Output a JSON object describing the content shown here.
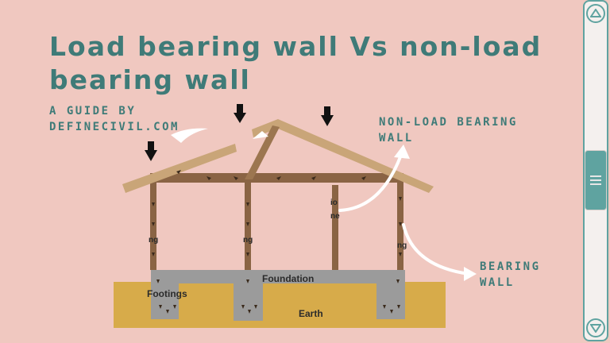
{
  "slide": {
    "title_line1": "Load bearing wall Vs non-load",
    "title_line2": "bearing wall",
    "subtitle_line1": "A GUIDE BY",
    "subtitle_line2": "DEFINECIVIL.COM",
    "background_color": "#f0c8c0",
    "text_color": "#3f7b78"
  },
  "diagram": {
    "callouts": {
      "non_load_line1": "NON-LOAD BEARING",
      "non_load_line2": "WALL",
      "bearing_line1": "BEARING",
      "bearing_line2": "WALL"
    },
    "labels": {
      "foundation": "Foundation",
      "footings": "Footings",
      "earth": "Earth",
      "fragment_io": "io",
      "fragment_ne": "ne",
      "fragment_ng1": "ng",
      "fragment_ng2": "ng",
      "fragment_ng3": "ng"
    },
    "colors": {
      "roof": "#c9a578",
      "frame": "#8a6444",
      "foundation": "#9b9b9b",
      "earth": "#d7ab4a",
      "load_arrow": "#111111",
      "callout_arrow": "#ffffff"
    }
  },
  "scrollbar": {
    "up_icon": "triangle-up",
    "down_icon": "triangle-down",
    "thumb_icon": "three-lines"
  }
}
